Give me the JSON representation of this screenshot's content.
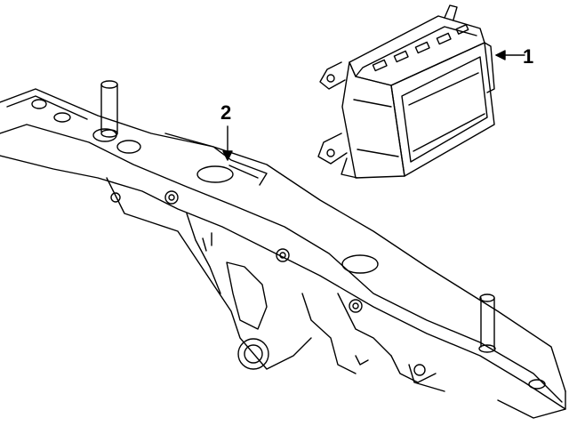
{
  "diagram": {
    "colors": {
      "line": "#000000",
      "background": "#ffffff"
    },
    "parts": [
      {
        "id": "module",
        "callout": "1"
      },
      {
        "id": "crossmember",
        "callout": "2"
      }
    ]
  }
}
